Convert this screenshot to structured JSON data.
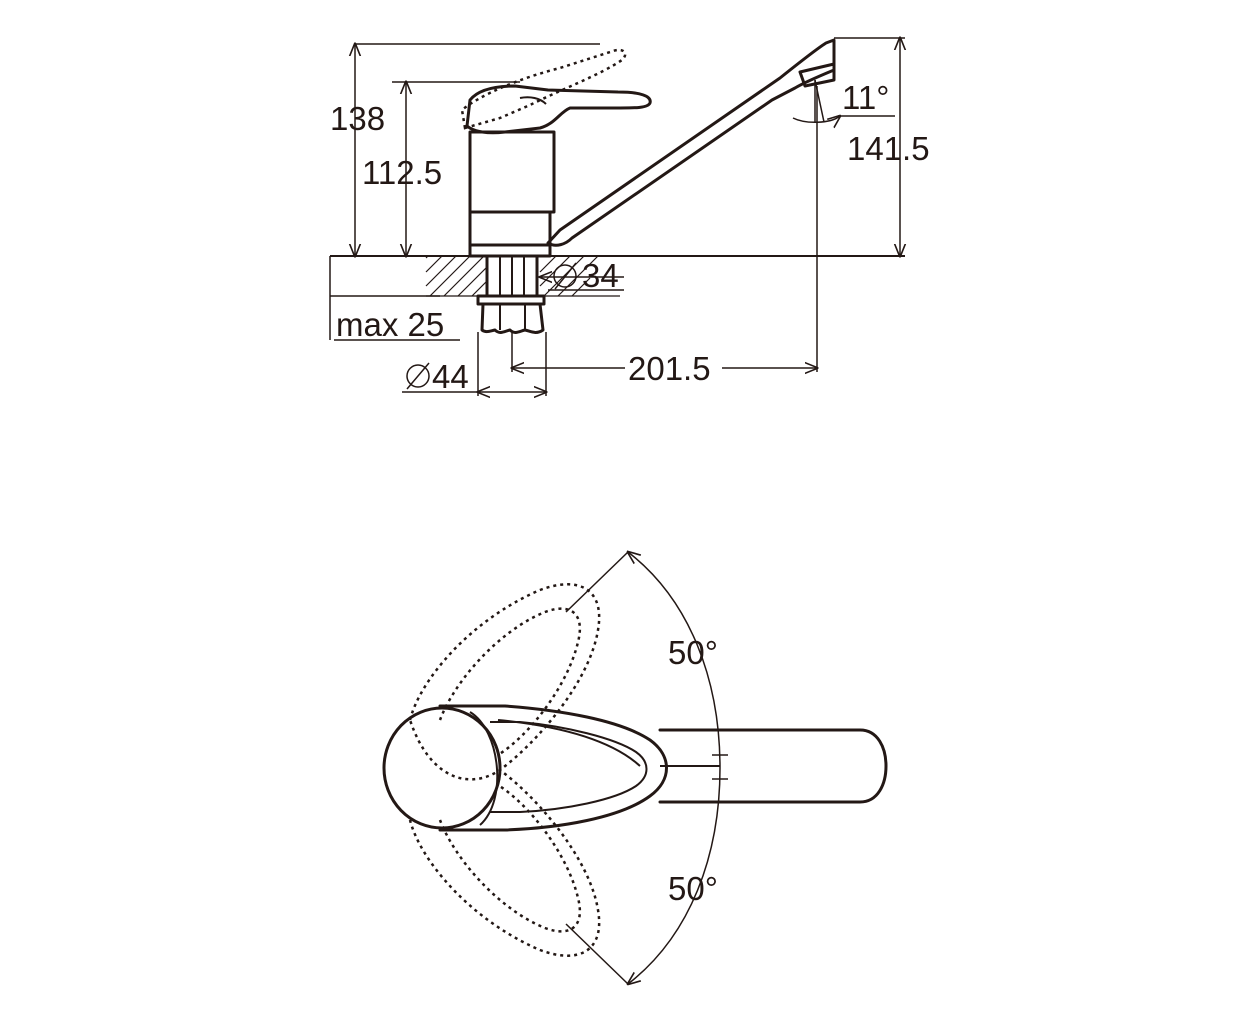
{
  "dimensions": {
    "height_total": "138",
    "height_lever": "112.5",
    "height_spout": "141.5",
    "spout_angle": "11°",
    "shank_diameter": "34",
    "mount_max": "max 25",
    "base_diameter": "44",
    "spout_reach": "201.5"
  },
  "angles": {
    "upper_swing": "50°",
    "lower_swing": "50°"
  },
  "symbols": {
    "diameter": "diameter-symbol"
  },
  "colors": {
    "line": "#231815",
    "background": "#ffffff"
  }
}
